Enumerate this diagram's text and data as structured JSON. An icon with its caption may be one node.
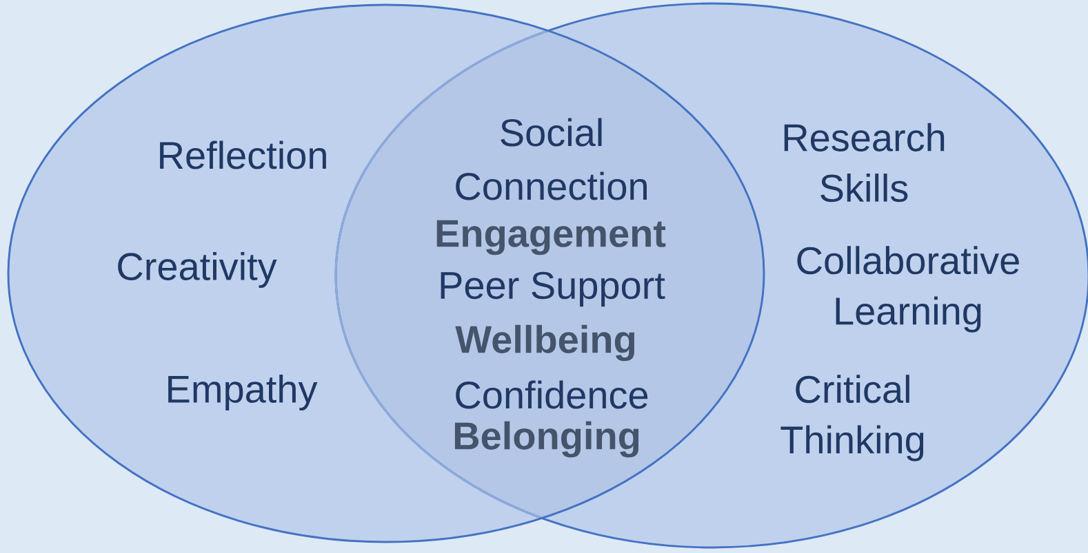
{
  "diagram": {
    "nodes": [
      {
        "text": [
          "Reflection",
          "Creativity",
          "Empathy"
        ]
      },
      {
        "text": [
          "Research Skills",
          "Collaborative Learning",
          "Critical Thinking"
        ]
      }
    ],
    "labels": [
      "Social",
      "Connection",
      "Engagement",
      "Peer Support",
      "Wellbeing",
      "Confidence",
      "Belonging"
    ]
  }
}
